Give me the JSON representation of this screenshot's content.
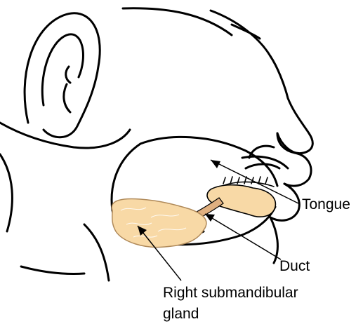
{
  "labels": {
    "tongue": "Tongue",
    "duct": "Duct",
    "gland_line1": "Right submandibular",
    "gland_line2": "gland"
  },
  "colors": {
    "outline": "#000000",
    "gland_fill": "#f8d9a6",
    "gland_edge": "#b08a5a",
    "duct_fill": "#e0b080",
    "background": "#ffffff"
  }
}
